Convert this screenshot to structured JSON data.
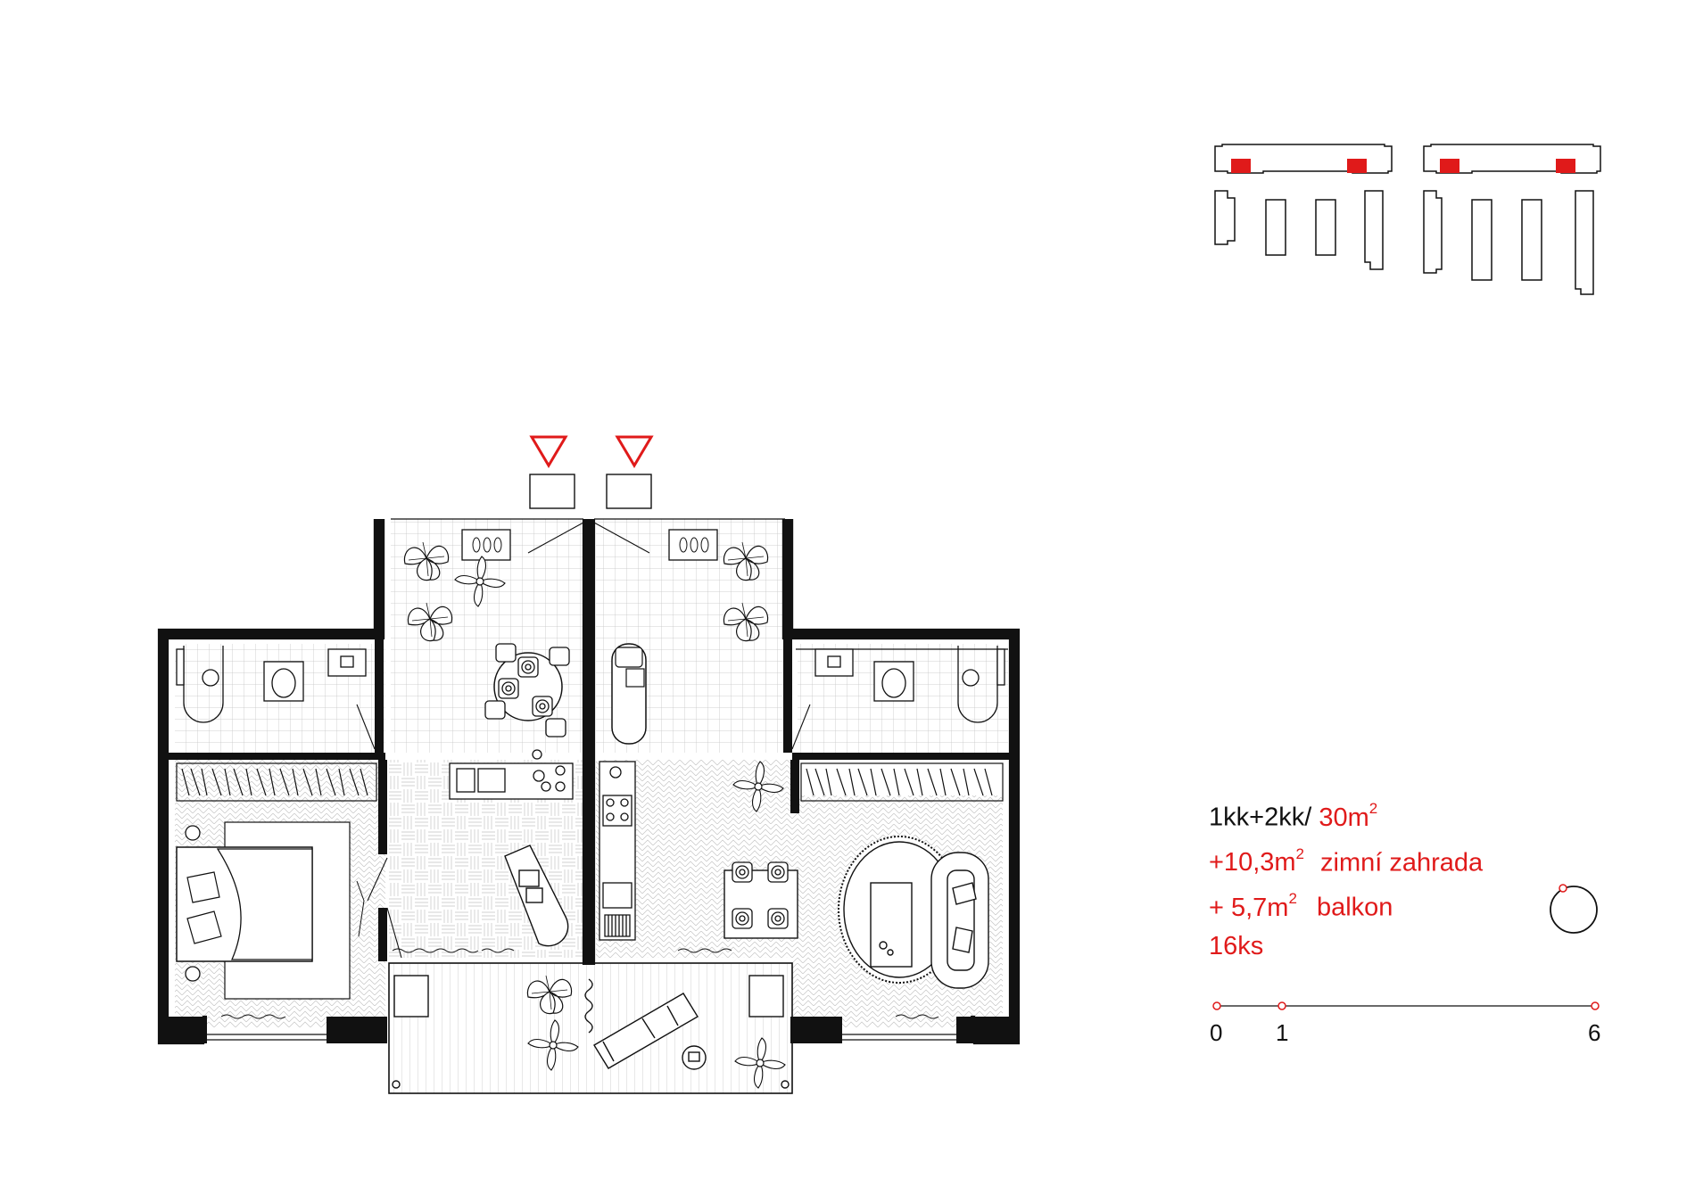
{
  "info": {
    "line1_type": "1kk+2kk/",
    "line1_area": "30m",
    "line1_sup": "2",
    "line2_area": "+10,3m",
    "line2_sup": "2",
    "line2_label": "zimní zahrada",
    "line3_area": "+ 5,7m",
    "line3_sup": "2",
    "line3_label": "balkon",
    "line4_count": "16ks"
  },
  "scale_bar": {
    "labels": [
      "0",
      "1",
      "6"
    ]
  },
  "colors": {
    "accent": "#e01a1a",
    "ink": "#111111",
    "hatch": "#bdbdbd"
  },
  "icons": [
    "entrance-triangle-icon",
    "north-arrow-icon",
    "plant-icon",
    "ceiling-fan-icon",
    "bed-icon",
    "toilet-icon",
    "sink-icon",
    "stove-icon",
    "sofa-icon",
    "chair-icon"
  ]
}
